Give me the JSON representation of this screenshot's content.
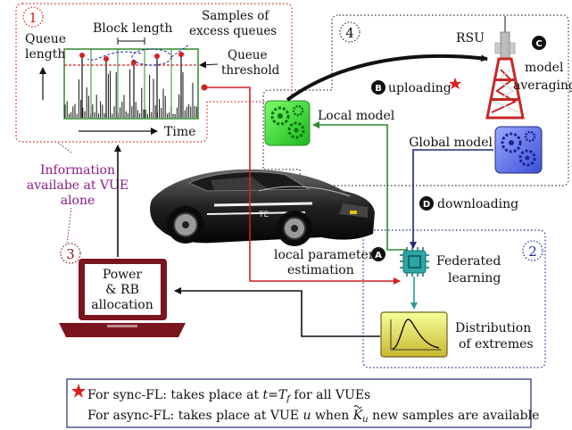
{
  "panel1": {
    "badge": "1",
    "queue_length_line1": "Queue",
    "queue_length_line2": "length",
    "block_length": "Block length",
    "samples_line1": "Samples of",
    "samples_line2": "excess queues",
    "threshold_line1": "Queue",
    "threshold_line2": "threshold",
    "time_label": "Time"
  },
  "info_label": {
    "line1": "Information",
    "line2": "availabe at VUE",
    "line3": "alone"
  },
  "panel3": {
    "badge": "3",
    "line1": "Power",
    "line2": "& RB",
    "line3": "allocation"
  },
  "panel4": {
    "badge": "4",
    "rsu": "RSU",
    "local_model": "Local model",
    "global_model": "Global model",
    "uploading": "uploading",
    "model_line1": "model",
    "model_line2": "averaging"
  },
  "panel2": {
    "badge": "2",
    "fl_line1": "Federated",
    "fl_line2": "learning",
    "dist_line1": "Distribution",
    "dist_line2": "of extremes",
    "downloading": "downloading",
    "lpe_line1": "local parameter",
    "lpe_line2": "estimation"
  },
  "steps": {
    "a": "A",
    "b": "B",
    "c": "C",
    "d": "D"
  },
  "legend": {
    "sync_prefix": "For sync-FL:   takes place at ",
    "sync_expr": "t=T",
    "sync_sub": "f",
    "sync_suffix": " for all VUEs",
    "async_prefix": "For async-FL: takes place at VUE ",
    "async_u": "u",
    "async_mid": " when ",
    "async_k": "K",
    "async_ksub": "u",
    "async_suffix": " new samples are available"
  },
  "colors": {
    "red": "#d42020",
    "green": "#2e8b2e",
    "navy": "#1f2a7a",
    "teal": "#2a9a9a",
    "maroon": "#7a1520",
    "purple": "#8a1a8a"
  }
}
